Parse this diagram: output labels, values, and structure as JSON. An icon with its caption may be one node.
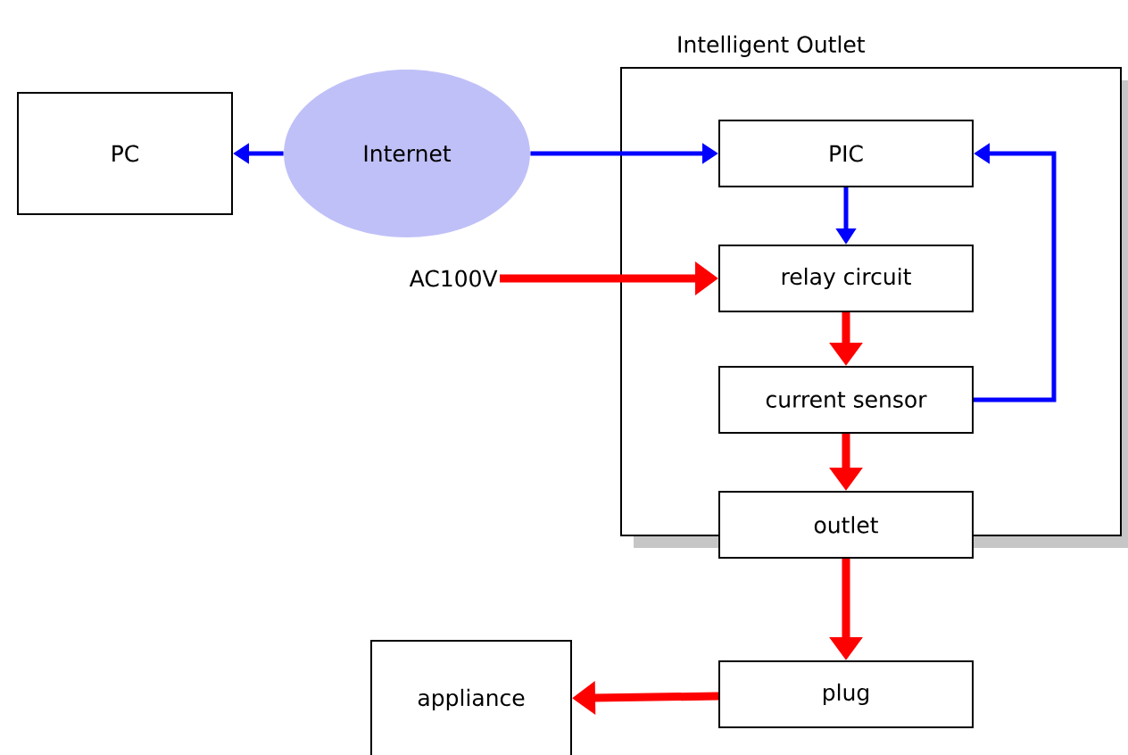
{
  "diagram": {
    "nodes": [
      {
        "text": [
          "Intelligent Outlet"
        ]
      },
      {
        "text": [
          "PC"
        ]
      },
      {
        "text": [
          "Internet"
        ]
      },
      {
        "text": [
          "PIC"
        ],
        "in": 0
      },
      {
        "text": [
          "relay circuit"
        ],
        "in": 0
      },
      {
        "text": [
          "current sensor"
        ],
        "in": 0
      },
      {
        "text": [
          "outlet"
        ]
      },
      {
        "text": [
          "plug"
        ]
      },
      {
        "text": [
          "appliance"
        ]
      },
      {
        "text": [
          "AC100V"
        ]
      }
    ],
    "edges": [
      {
        "from": 2,
        "to": 1,
        "arrow": "to",
        "color": "#0000ff"
      },
      {
        "from": 2,
        "to": 3,
        "arrow": "to",
        "color": "#0000ff"
      },
      {
        "from": 3,
        "to": 4,
        "arrow": "to",
        "color": "#0000ff"
      },
      {
        "from": 5,
        "to": 3,
        "arrow": "to",
        "color": "#0000ff"
      },
      {
        "from": 9,
        "to": 4,
        "arrow": "to",
        "color": "#ff0000"
      },
      {
        "from": 4,
        "to": 5,
        "arrow": "to",
        "color": "#ff0000"
      },
      {
        "from": 5,
        "to": 6,
        "arrow": "to",
        "color": "#ff0000"
      },
      {
        "from": 6,
        "to": 7,
        "arrow": "to",
        "color": "#ff0000"
      },
      {
        "from": 7,
        "to": 8,
        "arrow": "to",
        "color": "#ff0000"
      }
    ]
  }
}
